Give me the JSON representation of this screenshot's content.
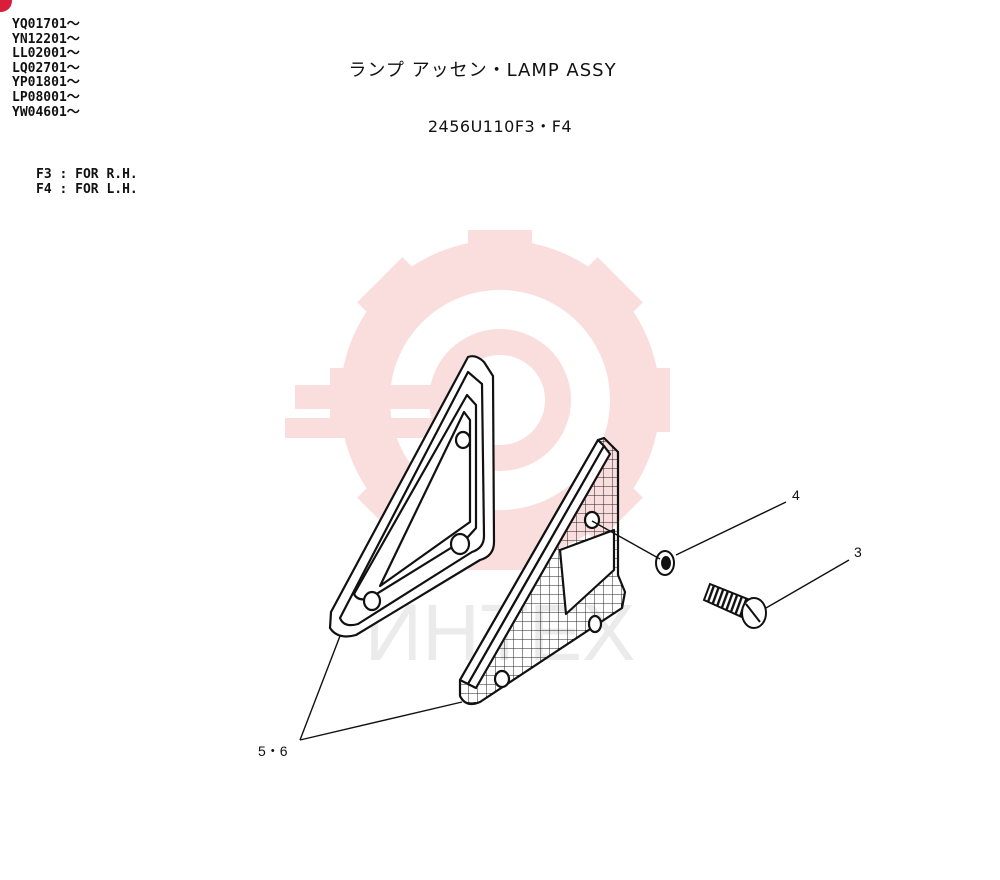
{
  "serial_numbers": [
    "YQ01701～",
    "YN12201～",
    "LL02001～",
    "LQ02701～",
    "YP01801～",
    "LP08001～",
    "YW04601～"
  ],
  "notes": [
    "F3 : FOR R.H.",
    "F4 : FOR L.H."
  ],
  "title": "ランプ アッセン・LAMP ASSY",
  "part_number": "2456U110F3・F4",
  "callouts": {
    "screw": "3",
    "washer": "4",
    "lens": "5・6"
  },
  "watermark": {
    "text": "ИНТЕХ",
    "color": "#f08a8a"
  },
  "colors": {
    "line": "#111111",
    "marker": "#d81e3a"
  }
}
